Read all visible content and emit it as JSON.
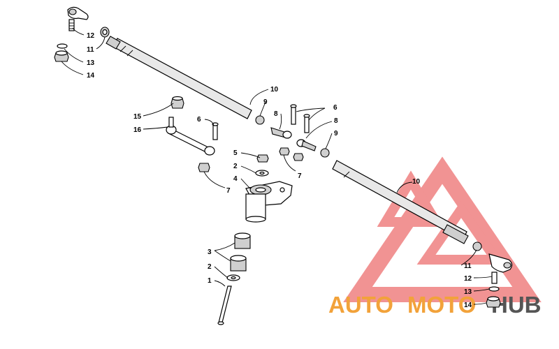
{
  "callouts": {
    "c1": "1",
    "c2a": "2",
    "c2b": "2",
    "c3": "3",
    "c4": "4",
    "c5": "5",
    "c6a": "6",
    "c6b": "6",
    "c7a": "7",
    "c7b": "7",
    "c8a": "8",
    "c8b": "8",
    "c9a": "9",
    "c9b": "9",
    "c10a": "10",
    "c10b": "10",
    "c11a": "11",
    "c11b": "11",
    "c12a": "12",
    "c12b": "12",
    "c13a": "13",
    "c13b": "13",
    "c14a": "14",
    "c14b": "14",
    "c15": "15",
    "c16": "16"
  },
  "watermark": {
    "auto": "AUTO",
    "moto": "MOTO",
    "hub": "HUB",
    "color_red": "#e63b3b",
    "color_orange": "#f2a23a",
    "color_gray": "#555555"
  }
}
